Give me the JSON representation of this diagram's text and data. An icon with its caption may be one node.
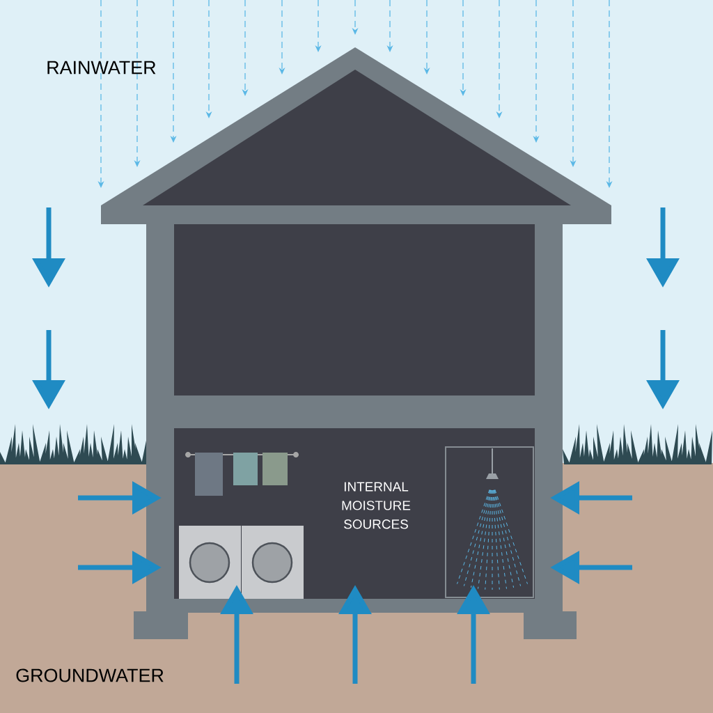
{
  "diagram": {
    "labels": [
      "RAINWATER",
      "INTERNAL MOISTURE SOURCES",
      "GROUNDWATER"
    ]
  }
}
